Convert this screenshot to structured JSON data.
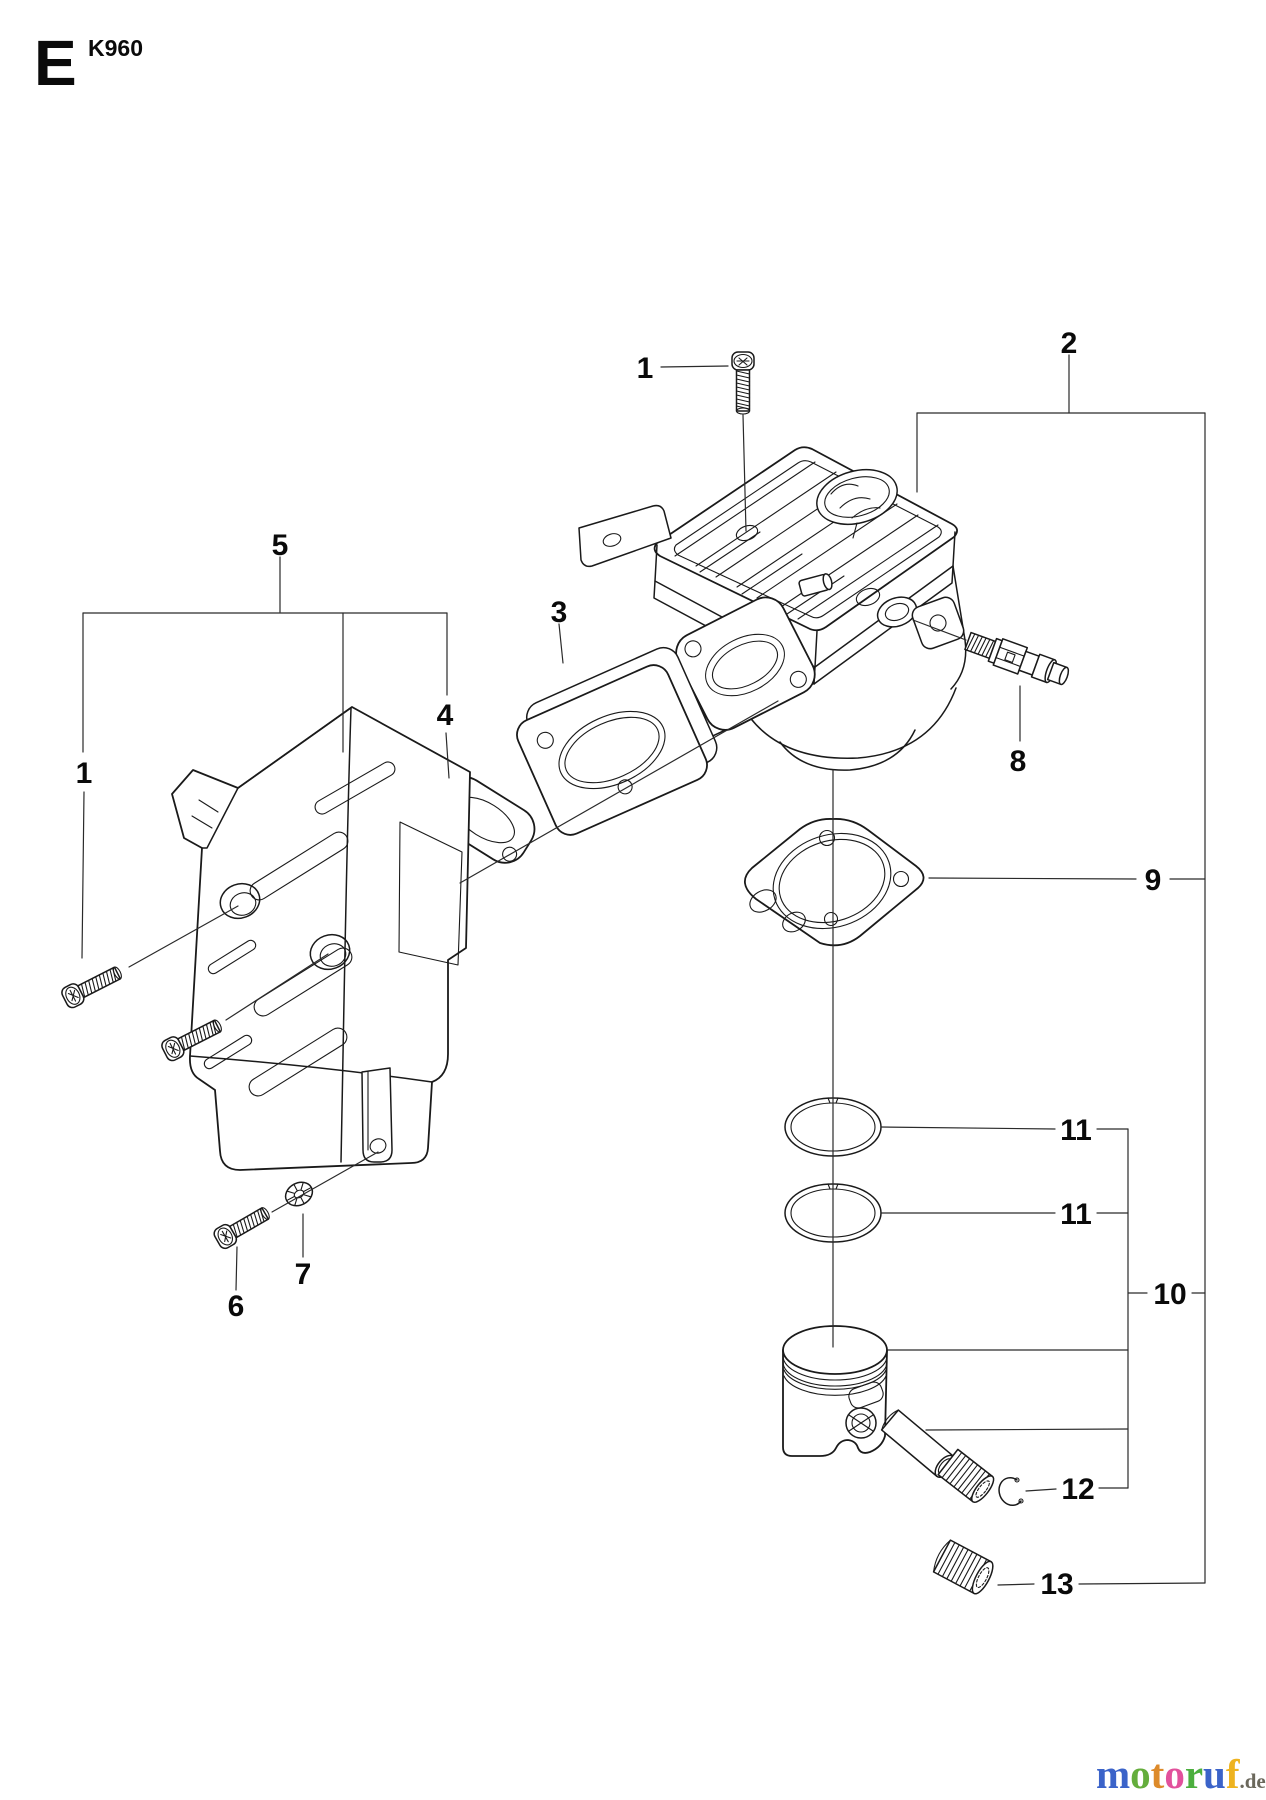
{
  "header": {
    "section_letter": "E",
    "model": "K960"
  },
  "callouts": [
    {
      "ref": "1",
      "part": "cylinder-screw"
    },
    {
      "ref": "2",
      "part": "cylinder-assembly"
    },
    {
      "ref": "3",
      "part": "muffler-plate"
    },
    {
      "ref": "5",
      "part": "muffler"
    },
    {
      "ref": "4",
      "part": "muffler-gasket"
    },
    {
      "ref": "1",
      "part": "muffler-screws"
    },
    {
      "ref": "8",
      "part": "decompression-valve"
    },
    {
      "ref": "9",
      "part": "cylinder-base-gasket"
    },
    {
      "ref": "11",
      "part": "piston-ring-upper"
    },
    {
      "ref": "11",
      "part": "piston-ring-lower"
    },
    {
      "ref": "10",
      "part": "piston-assembly"
    },
    {
      "ref": "6",
      "part": "bracket-screw"
    },
    {
      "ref": "7",
      "part": "lock-washer"
    },
    {
      "ref": "12",
      "part": "piston-pin-circlip"
    },
    {
      "ref": "13",
      "part": "needle-bearing"
    }
  ],
  "logo": {
    "letters": [
      {
        "ch": "m",
        "css": "color:#3b63c9"
      },
      {
        "ch": "o",
        "css": "color:#64ad3c"
      },
      {
        "ch": "t",
        "css": "color:#dd8a2a"
      },
      {
        "ch": "o",
        "css": "color:#e2519c"
      },
      {
        "ch": "r",
        "css": "color:#4caf3e"
      },
      {
        "ch": "u",
        "css": "color:#3b63c9"
      },
      {
        "ch": "f",
        "css": "color:#eeb31f"
      }
    ],
    "tld": {
      "ch": ".de",
      "css": "color:#6b685c"
    }
  }
}
